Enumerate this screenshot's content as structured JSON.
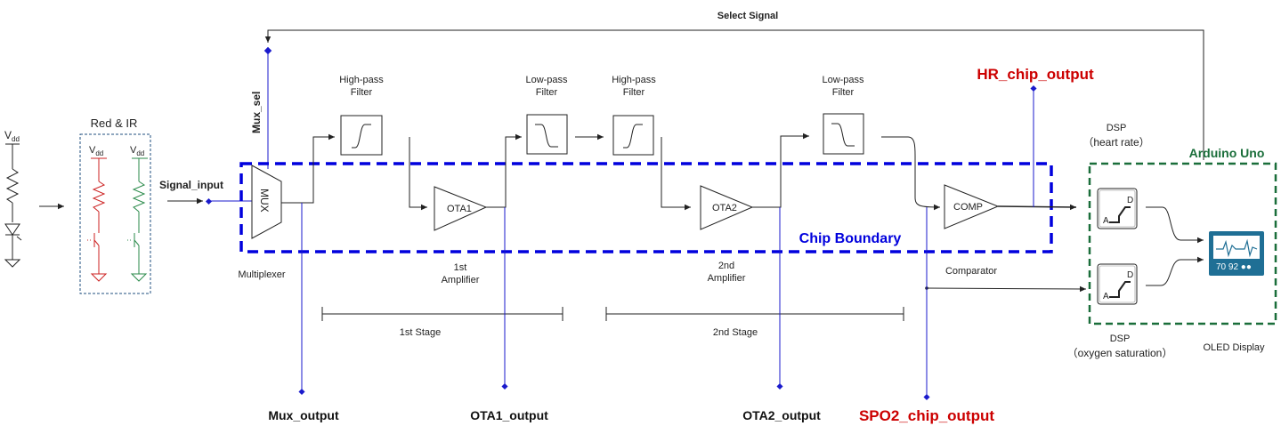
{
  "title_select": "Select Signal",
  "mux_sel": "Mux_sel",
  "signal_input": "Signal_input",
  "red_ir": "Red & IR",
  "vdd_base": "V",
  "vdd_sub": "dd",
  "mux_text": "MUX",
  "multiplexer": "Multiplexer",
  "hpf": [
    "High-pass",
    "Filter"
  ],
  "lpf": [
    "Low-pass",
    "Filter"
  ],
  "ota1": "OTA1",
  "ota2": "OTA2",
  "comp": "COMP",
  "amp1": [
    "1st",
    "Amplifier"
  ],
  "amp2": [
    "2nd",
    "Amplifier"
  ],
  "comparator": "Comparator",
  "stage1": "1st Stage",
  "stage2": "2nd Stage",
  "chip_boundary": "Chip Boundary",
  "hr_output": "HR_chip_output",
  "spo2_output": "SPO2_chip_output",
  "mux_output": "Mux_output",
  "ota1_output": "OTA1_output",
  "ota2_output": "OTA2_output",
  "dsp_hr": [
    "DSP",
    "（heart rate）"
  ],
  "dsp_o2": [
    "DSP",
    "（oxygen saturation）"
  ],
  "adc_a": "A",
  "adc_d": "D",
  "arduino": "Arduino Uno",
  "oled_label": "OLED Display",
  "oled_screen": "70 92 ●●",
  "colors": {
    "chip": "#0000dd",
    "arduino": "#1a6e3a",
    "output_red": "#cc0000",
    "probe": "#1a1acc",
    "red_led": "#cc2222",
    "ir_led": "#2a8a4a",
    "oled": "#1f6f95"
  }
}
